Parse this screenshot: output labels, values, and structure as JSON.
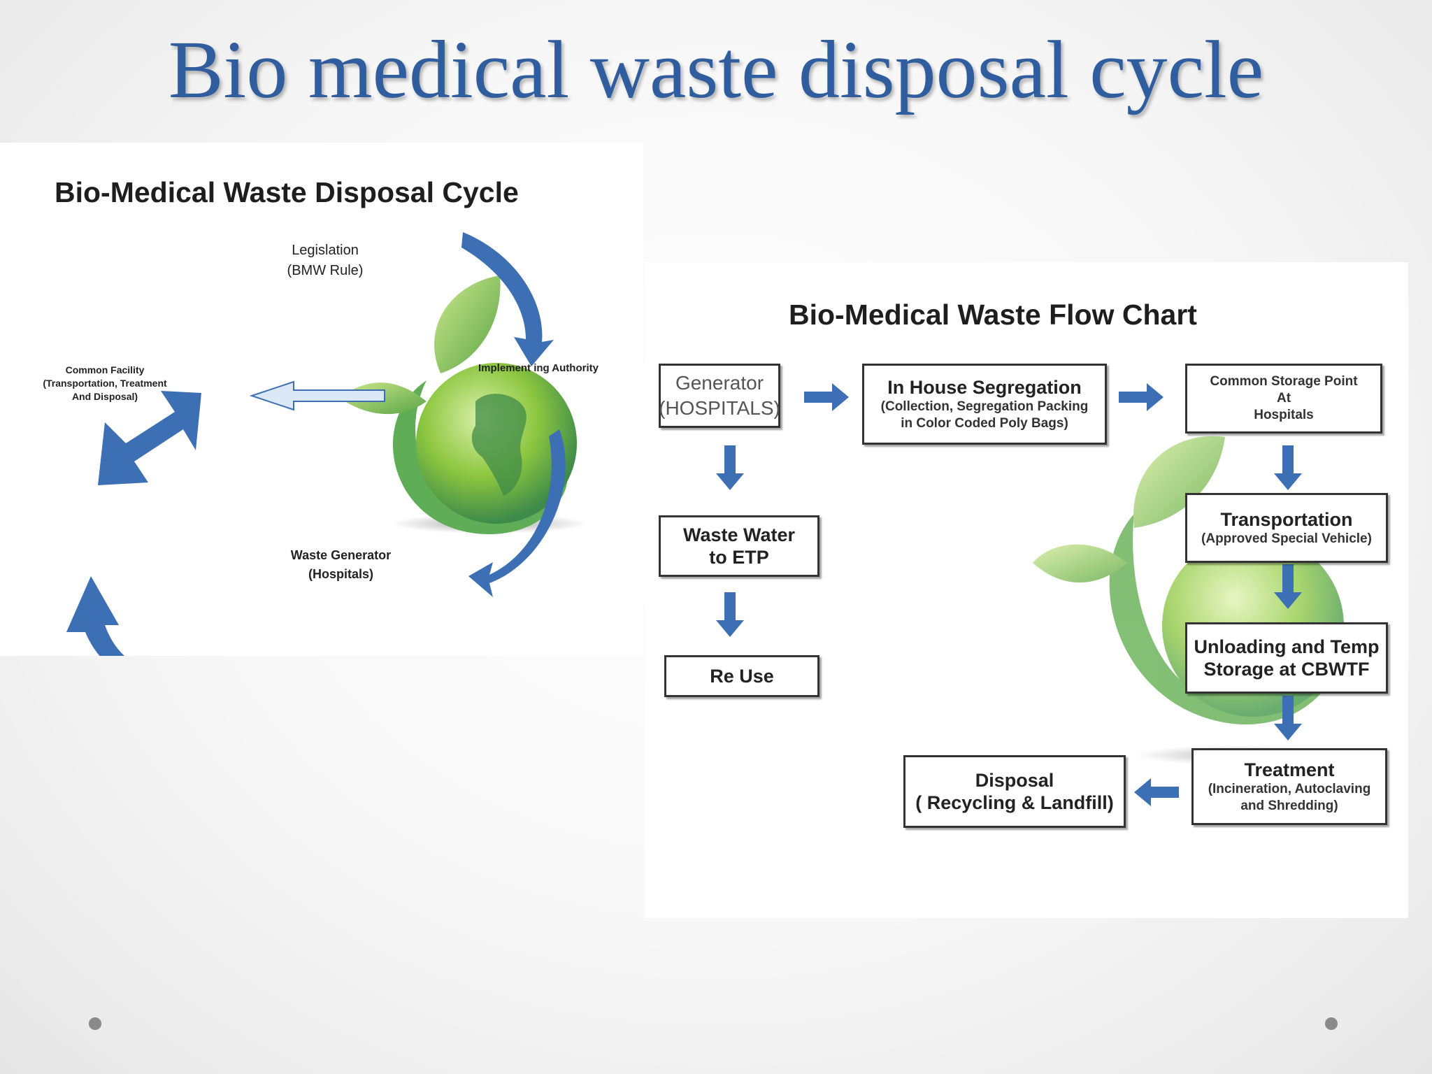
{
  "slide": {
    "title": "Bio medical waste disposal cycle"
  },
  "cycle": {
    "heading": "Bio-Medical Waste Disposal Cycle",
    "legislation": [
      "Legislation",
      "(BMW Rule)"
    ],
    "authority": "Implement ing Authority",
    "facility": [
      "Common Facility",
      "(Transportation, Treatment",
      "And Disposal)"
    ],
    "generator": [
      "Waste Generator",
      "(Hospitals)"
    ]
  },
  "flow": {
    "heading": "Bio-Medical Waste Flow Chart",
    "generator": [
      "Generator",
      "(HOSPITALS)"
    ],
    "segregation": {
      "title": "In House Segregation",
      "sub": [
        "(Collection, Segregation Packing",
        "in Color Coded Poly Bags)"
      ]
    },
    "storage": [
      "Common Storage Point",
      "At",
      "Hospitals"
    ],
    "transportation": {
      "title": "Transportation",
      "sub": "(Approved Special Vehicle)"
    },
    "unloading": [
      "Unloading and Temp",
      "Storage at  CBWTF"
    ],
    "treatment": {
      "title": "Treatment",
      "sub": [
        "(Incineration, Autoclaving",
        "and Shredding)"
      ]
    },
    "disposal": [
      "Disposal",
      "( Recycling & Landfill)"
    ],
    "waste_water": [
      "Waste Water",
      "to ETP"
    ],
    "reuse": "Re Use"
  },
  "colors": {
    "title": "#2f5d9e",
    "arrow": "#3c6fb4",
    "leaf": "#8cc63f",
    "globe": "#4f9e58"
  }
}
